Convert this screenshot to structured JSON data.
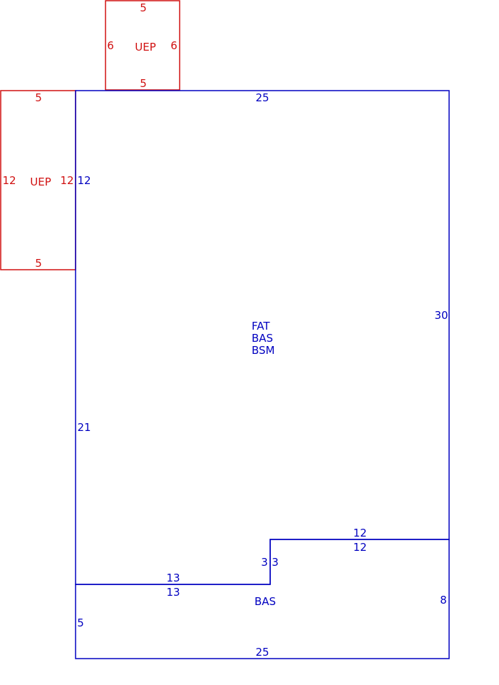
{
  "colors": {
    "main": "#0000c0",
    "porch": "#d01010",
    "background": "#ffffff"
  },
  "sections": {
    "uep_top": {
      "name": "UEP",
      "dims": {
        "top": "5",
        "bottom": "5",
        "left": "6",
        "right": "6"
      }
    },
    "uep_left": {
      "name": "UEP",
      "dims": {
        "top": "5",
        "bottom": "5",
        "left": "12",
        "right": "12"
      }
    },
    "main": {
      "names": [
        "FAT",
        "BAS",
        "BSM"
      ],
      "dims": {
        "top": "25",
        "right": "30",
        "left_upper": "12",
        "left_lower": "21",
        "step_top_a": "12",
        "step_top_b": "12",
        "step_vert_a": "3",
        "step_vert_b": "3",
        "step_bottom_a": "13",
        "step_bottom_b": "13"
      }
    },
    "bas": {
      "name": "BAS",
      "dims": {
        "left": "5",
        "right": "8",
        "bottom": "25"
      }
    }
  }
}
